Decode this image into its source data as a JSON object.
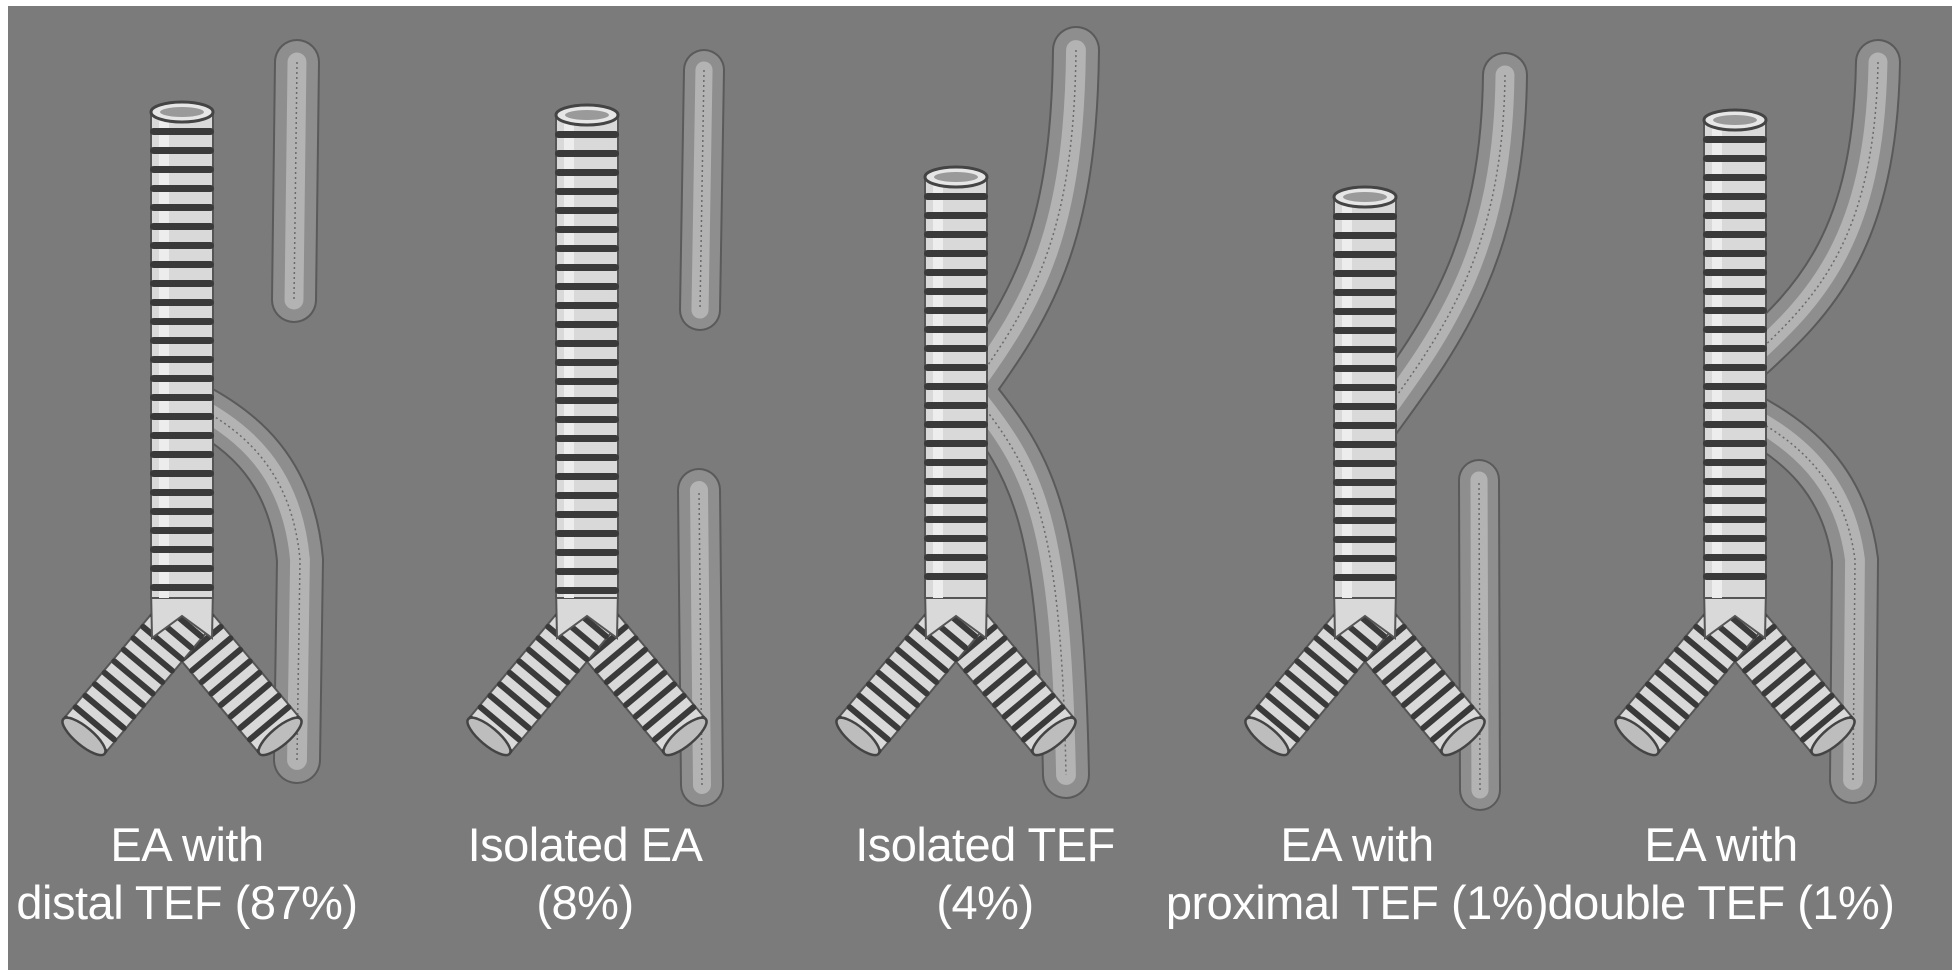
{
  "figure": {
    "background": "#7b7b7b",
    "tube_fill": "#d9d9d9",
    "ring_color": "#3a3a3a",
    "esophagus_fill": "#8e8e8e",
    "text_color": "#ffffff"
  },
  "panels": [
    {
      "variant": "distal",
      "caption_line1": "EA with",
      "caption_line2": "distal TEF (87%)"
    },
    {
      "variant": "isolated-ea",
      "caption_line1": "Isolated EA",
      "caption_line2": "(8%)"
    },
    {
      "variant": "isolated-tef",
      "caption_line1": "Isolated TEF",
      "caption_line2": "(4%)"
    },
    {
      "variant": "proximal",
      "caption_line1": "EA with",
      "caption_line2": "proximal TEF (1%)"
    },
    {
      "variant": "double",
      "caption_line1": "EA with",
      "caption_line2": "double TEF (1%)"
    }
  ]
}
